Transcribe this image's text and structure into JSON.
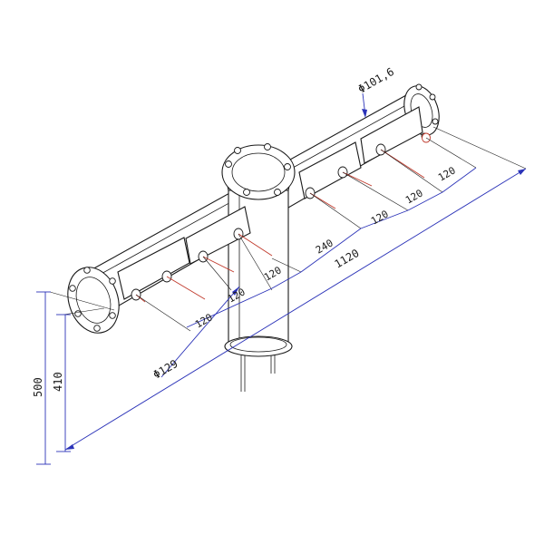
{
  "dimensions": {
    "dia_main": "Φ101,6",
    "dia_leg": "Φ129",
    "overall_length": "1120",
    "height_total": "500",
    "height_axis": "410",
    "pitch_right_1": "120",
    "pitch_right_2": "120",
    "pitch_right_3": "120",
    "gap_center": "240",
    "pitch_left_1": "120",
    "pitch_left_2": "120",
    "pitch_left_3": "120"
  },
  "colors": {
    "dimension": "#2b33b8",
    "outline": "#1a1a1a",
    "hole_marks": "#c0392b"
  }
}
